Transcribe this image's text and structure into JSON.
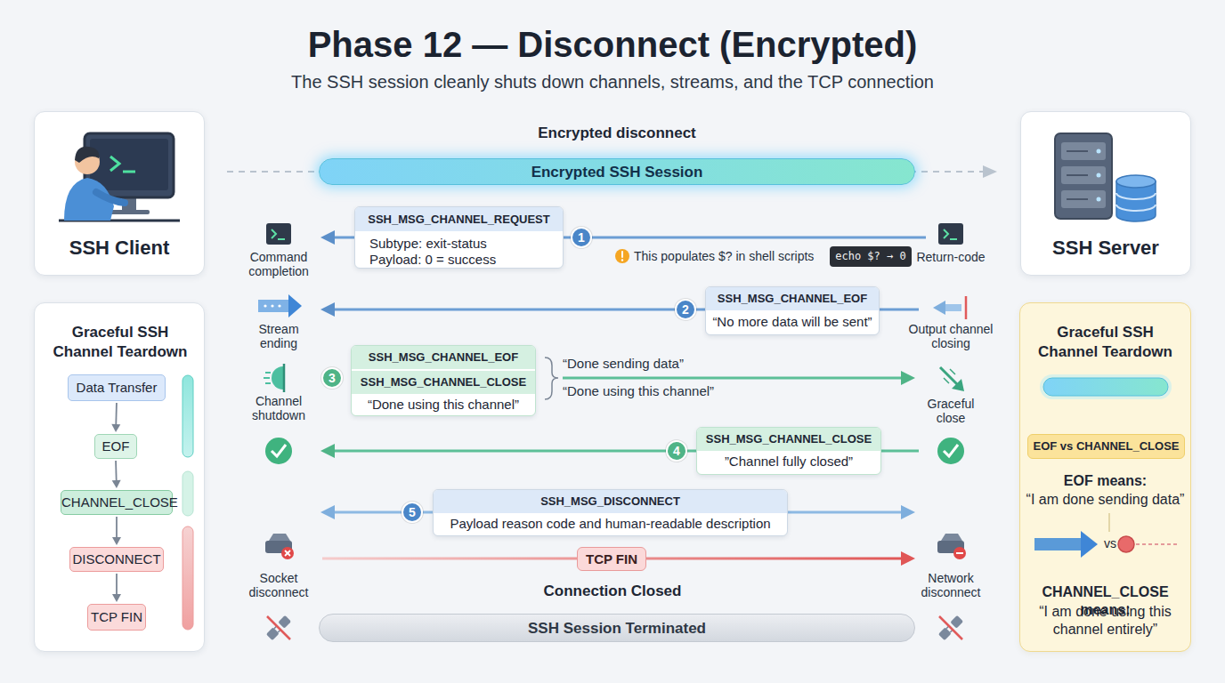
{
  "diagram": {
    "title": "Phase 12 — Disconnect (Encrypted)",
    "caption": "The SSH session cleanly shuts down channels, streams, and the TCP connection",
    "nodes": [
      {
        "text": [
          "SSH Client"
        ]
      },
      {
        "text": [
          "Encrypted disconnect",
          "Encrypted SSH Session"
        ]
      },
      {
        "text": [
          "SSH Server"
        ]
      },
      {
        "text": [
          "Graceful SSH Channel Teardown"
        ]
      },
      {
        "text": [
          "Data Transfer"
        ],
        "in": 3
      },
      {
        "text": [
          "EOF"
        ],
        "in": 3
      },
      {
        "text": [
          "CHANNEL_CLOSE"
        ],
        "in": 3
      },
      {
        "text": [
          "DISCONNECT"
        ],
        "in": 3
      },
      {
        "text": [
          "TCP FIN"
        ],
        "in": 3
      },
      {
        "text": [
          "SSH_MSG_CHANNEL_REQUEST",
          "Subtype: exit-status",
          "Payload: 0 = success"
        ]
      },
      {
        "text": [
          "echo $? → 0"
        ]
      },
      {
        "text": [
          "SSH_MSG_CHANNEL_EOF",
          "“No more data will be sent”"
        ]
      },
      {
        "text": [
          "SSH_MSG_CHANNEL_EOF",
          "SSH_MSG_CHANNEL_CLOSE",
          "“Done using this channel”"
        ]
      },
      {
        "text": [
          "SSH_MSG_CHANNEL_CLOSE",
          "”Channel fully closed”"
        ]
      },
      {
        "text": [
          "SSH_MSG_DISCONNECT",
          "Payload reason code and human-readable description"
        ]
      },
      {
        "text": [
          "TCP FIN"
        ]
      },
      {
        "text": [
          "SSH Session Terminated"
        ]
      },
      {
        "text": [
          "Graceful SSH Channel Teardown",
          "EOF means:",
          "“I am done sending data”",
          "vs",
          "CHANNEL_CLOSE means:",
          "“I am done using this channel entirely”"
        ]
      },
      {
        "text": [
          "EOF vs CHANNEL_CLOSE"
        ],
        "in": 17
      }
    ],
    "edges": [
      {
        "from": 4,
        "to": 5,
        "arrow": "to"
      },
      {
        "from": 5,
        "to": 6,
        "arrow": "to"
      },
      {
        "from": 6,
        "to": 7,
        "arrow": "to"
      },
      {
        "from": 7,
        "to": 8,
        "arrow": "to"
      }
    ],
    "labels": [
      "1",
      "Command completion",
      "This populates $? in shell scripts",
      "Return-code",
      "2",
      "Stream ending",
      "Output channel closing",
      "3",
      "Channel shutdown",
      "“Done sending data”",
      "“Done using this channel”",
      "Graceful close",
      "4",
      "5",
      "Socket disconnect",
      "Network disconnect",
      "Connection Closed"
    ]
  }
}
